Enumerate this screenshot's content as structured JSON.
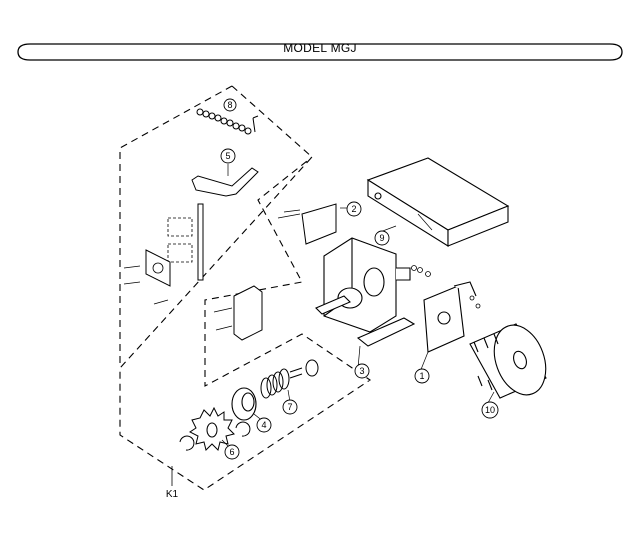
{
  "header": {
    "title": "MODEL MGJ"
  },
  "callouts": [
    {
      "id": "callout-1",
      "text": "1"
    },
    {
      "id": "callout-2",
      "text": "2"
    },
    {
      "id": "callout-3",
      "text": "3"
    },
    {
      "id": "callout-4",
      "text": "4"
    },
    {
      "id": "callout-5",
      "text": "5"
    },
    {
      "id": "callout-6a",
      "text": "6"
    },
    {
      "id": "callout-6b",
      "text": "6"
    },
    {
      "id": "callout-7",
      "text": "7"
    },
    {
      "id": "callout-9",
      "text": "9"
    },
    {
      "id": "callout-10",
      "text": "10"
    }
  ],
  "kit_label": "K1"
}
